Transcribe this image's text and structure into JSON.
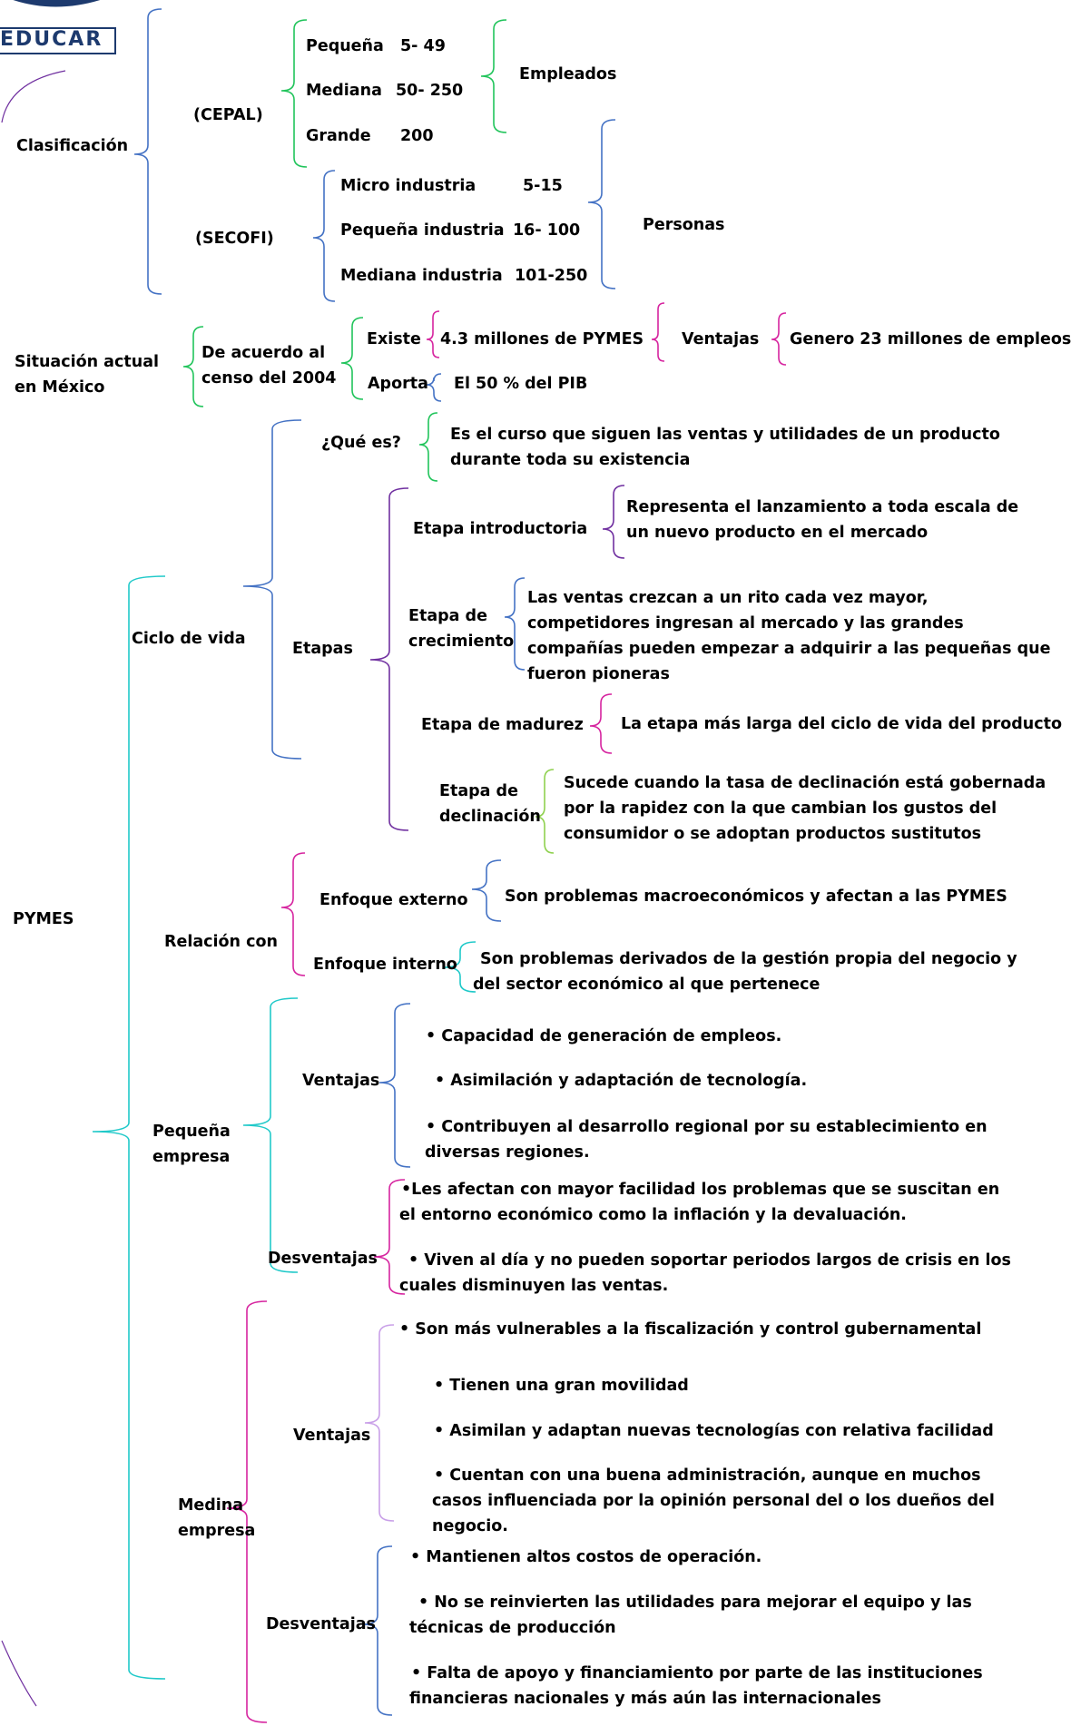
{
  "logo": {
    "text": "EDUCAR"
  },
  "colors": {
    "blue": "#4472c4",
    "green": "#21c45b",
    "magenta": "#d6249f",
    "cyan": "#20c9c9",
    "purple": "#7030a0",
    "lilac": "#c9a0e8",
    "lime": "#8fd14f",
    "navy": "#1d3a6e"
  },
  "clasificacion": {
    "label": "Clasificación",
    "cepal": {
      "label": "(CEPAL)",
      "rows": [
        {
          "name": "Pequeña",
          "value": "5- 49"
        },
        {
          "name": "Mediana",
          "value": "50- 250"
        },
        {
          "name": "Grande",
          "value": "200"
        }
      ],
      "unit": "Empleados"
    },
    "secofi": {
      "label": "(SECOFI)",
      "rows": [
        {
          "name": "Micro industria",
          "value": "5-15"
        },
        {
          "name": "Pequeña industria",
          "value": "16- 100"
        },
        {
          "name": "Mediana industria",
          "value": "101-250"
        }
      ],
      "unit": "Personas"
    }
  },
  "situacion": {
    "label": "Situación actual en México",
    "censo": "De acuerdo al censo del 2004",
    "existe": "Existe",
    "existe_value": "4.3 millones de PYMES",
    "ventajas": "Ventajas",
    "ventajas_value": "Genero 23 millones de empleos",
    "aporta": "Aporta",
    "aporta_value": "El 50 % del PIB"
  },
  "pymes": {
    "label": "PYMES"
  },
  "ciclo": {
    "label": "Ciclo de vida",
    "que_es": "¿Qué es?",
    "que_es_def": "Es el curso que siguen las ventas y utilidades de un producto durante toda su existencia",
    "etapas": "Etapas",
    "introductoria": "Etapa introductoria",
    "introductoria_def": "Representa el lanzamiento a toda escala de un nuevo producto en el mercado",
    "crecimiento": "Etapa de crecimiento",
    "crecimiento_def": "Las ventas crezcan a un rito cada vez mayor, competidores ingresan al mercado y las grandes compañías pueden empezar a adquirir a las pequeñas que fueron pioneras",
    "madurez": "Etapa de madurez",
    "madurez_def": "La etapa más larga del ciclo de vida del producto",
    "declinacion": "Etapa de declinación",
    "declinacion_def": "Sucede cuando la tasa de declinación está gobernada por la rapidez con la que cambian los gustos del consumidor o se adoptan productos sustitutos"
  },
  "relacion": {
    "label": "Relación con",
    "externo": "Enfoque externo",
    "externo_def": "Son problemas macroeconómicos y afectan a las PYMES",
    "interno": "Enfoque interno",
    "interno_def": "Son problemas derivados de la gestión propia del negocio y del sector económico al que pertenece"
  },
  "pequena": {
    "label": "Pequeña empresa",
    "ventajas": "Ventajas",
    "ventajas_items": [
      "• Capacidad de generación de empleos.",
      "• Asimilación y adaptación de tecnología.",
      "• Contribuyen al desarrollo regional por su establecimiento en diversas regiones."
    ],
    "desventajas": "Desventajas",
    "desventajas_items": [
      "•Les afectan con mayor facilidad los problemas que se suscitan en el entorno económico como la inflación y la devaluación.",
      "• Viven al día y no pueden soportar periodos largos de crisis en los cuales disminuyen las ventas."
    ]
  },
  "mediana": {
    "label": "Medina empresa",
    "ventajas": "Ventajas",
    "ventajas_items": [
      "• Son más vulnerables a la fiscalización y control gubernamental",
      "• Tienen una gran movilidad",
      "• Asimilan y adaptan nuevas tecnologías con relativa facilidad",
      "• Cuentan con una buena administración, aunque en muchos casos influenciada por la opinión personal del o los dueños del negocio."
    ],
    "desventajas": "Desventajas",
    "desventajas_items": [
      "• Mantienen altos costos de operación.",
      "• No se reinvierten las utilidades para mejorar el equipo y las técnicas de producción",
      "• Falta de apoyo y financiamiento por parte de las instituciones financieras nacionales y más aún las internacionales"
    ]
  }
}
